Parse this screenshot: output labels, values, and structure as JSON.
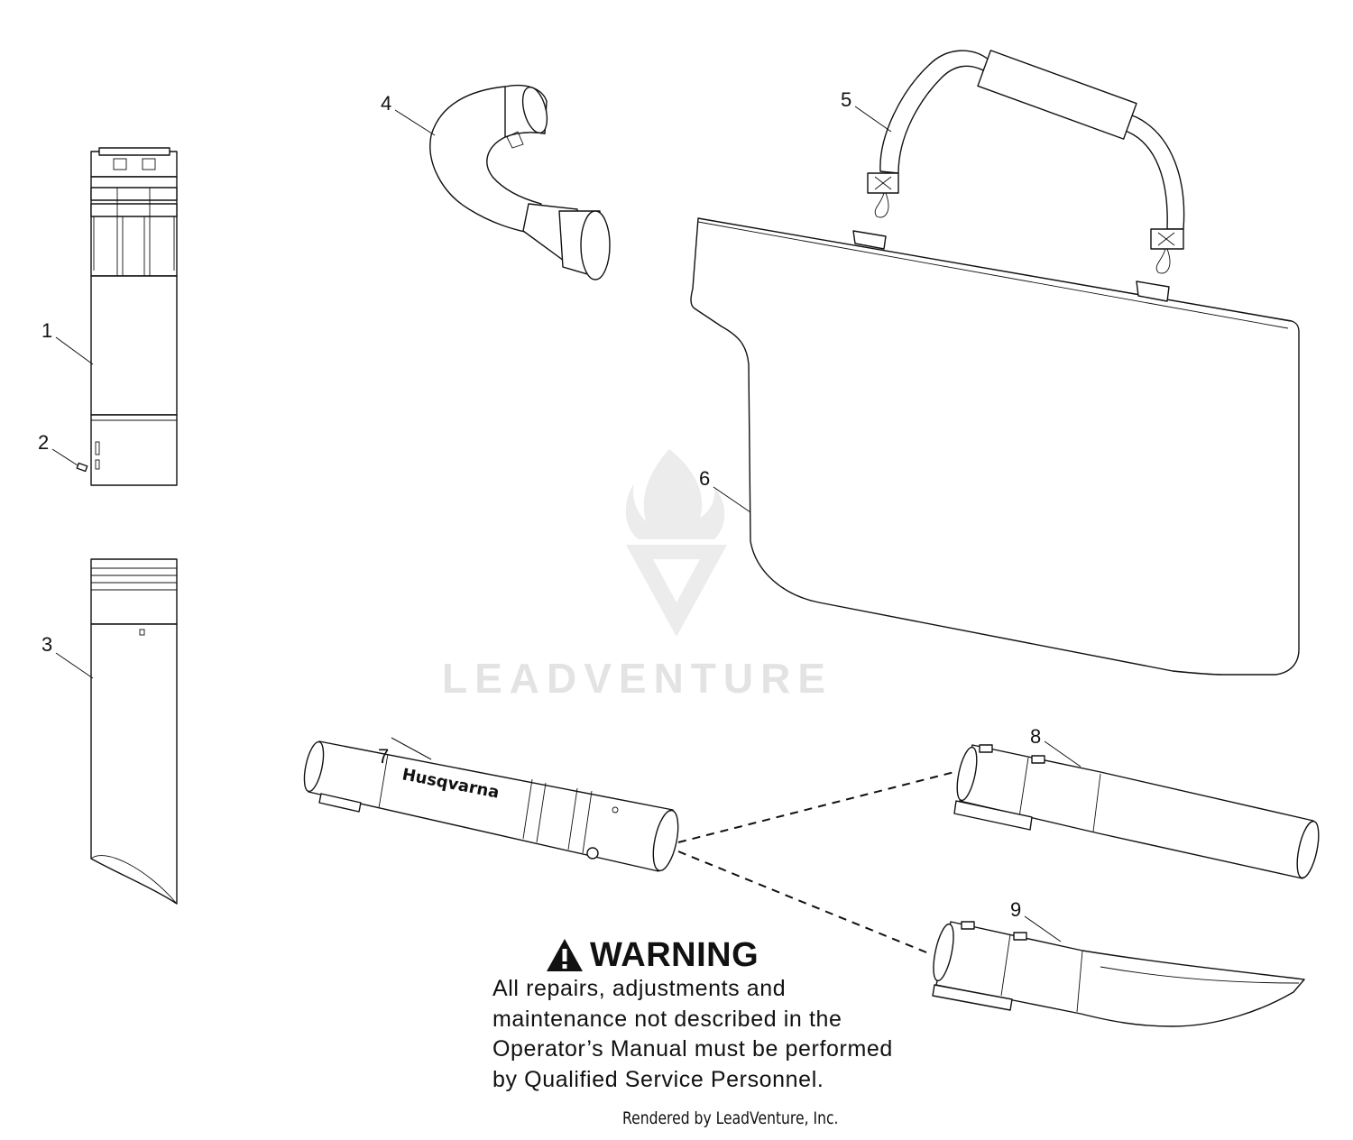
{
  "watermark": {
    "text": "LEADVENTURE"
  },
  "callouts": [
    {
      "id": "1",
      "label": "1"
    },
    {
      "id": "2",
      "label": "2"
    },
    {
      "id": "3",
      "label": "3"
    },
    {
      "id": "4",
      "label": "4"
    },
    {
      "id": "5",
      "label": "5"
    },
    {
      "id": "6",
      "label": "6"
    },
    {
      "id": "7",
      "label": "7"
    },
    {
      "id": "8",
      "label": "8"
    },
    {
      "id": "9",
      "label": "9"
    }
  ],
  "tube_brand": "Husqvarna",
  "warning": {
    "title": "WARNING",
    "icon": "warning-triangle-icon",
    "body": "All repairs, adjustments and maintenance not described in the Operator’s Manual must be performed by Qualified Service Personnel."
  },
  "footer": {
    "rendered_by": "Rendered by LeadVenture, Inc."
  }
}
